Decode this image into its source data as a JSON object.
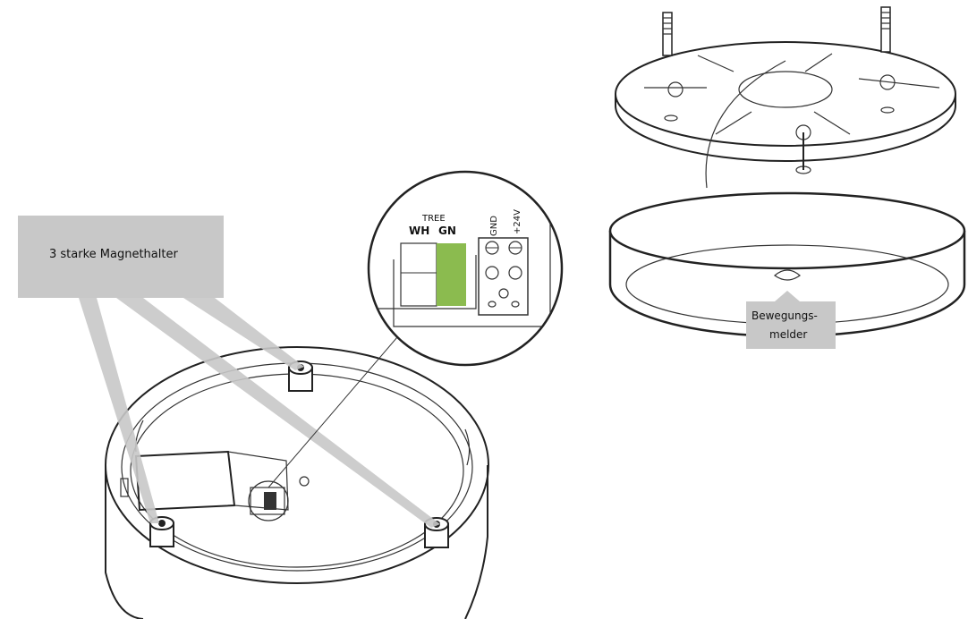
{
  "callouts": {
    "magnets": "3 starke Magnethalter",
    "motion_sensor_line1": "Bewegungs-",
    "motion_sensor_line2": "melder"
  },
  "inset": {
    "tree_label": "TREE",
    "wh_label": "WH",
    "gn_label": "GN",
    "gnd_label": "GND",
    "v24_label": "+24V"
  },
  "colors": {
    "callout_gray": "#c8c8c8",
    "green_terminal": "#8bbb4f",
    "line": "#222222"
  }
}
